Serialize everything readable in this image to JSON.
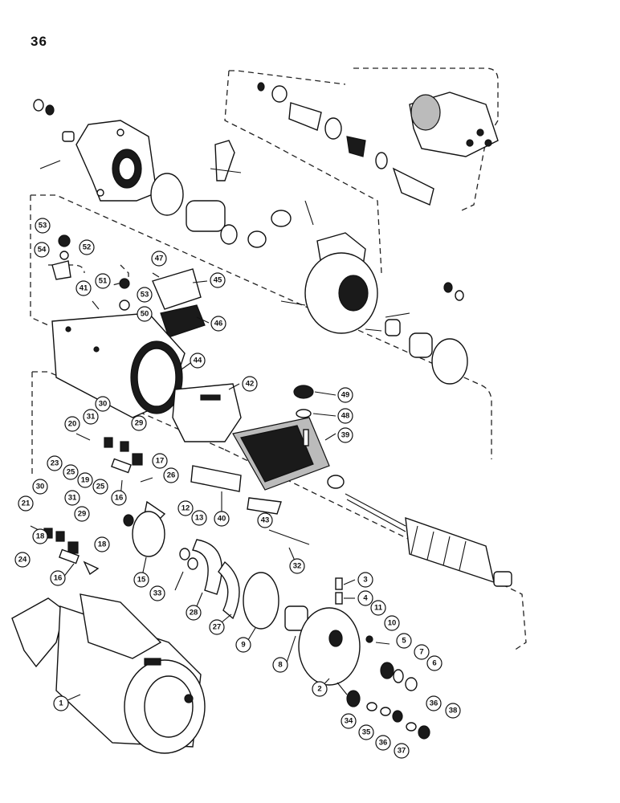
{
  "page": {
    "number": "36"
  },
  "callouts": [
    "1",
    "2",
    "3",
    "4",
    "5",
    "6",
    "7",
    "8",
    "9",
    "10",
    "11",
    "12",
    "13",
    "15",
    "16",
    "16",
    "17",
    "18",
    "18",
    "19",
    "20",
    "21",
    "23",
    "24",
    "25",
    "25",
    "26",
    "27",
    "28",
    "29",
    "29",
    "30",
    "30",
    "31",
    "31",
    "32",
    "33",
    "34",
    "35",
    "36",
    "36",
    "37",
    "38",
    "39",
    "40",
    "41",
    "42",
    "43",
    "44",
    "45",
    "46",
    "47",
    "48",
    "49",
    "50",
    "51",
    "52",
    "53",
    "53",
    "54"
  ]
}
